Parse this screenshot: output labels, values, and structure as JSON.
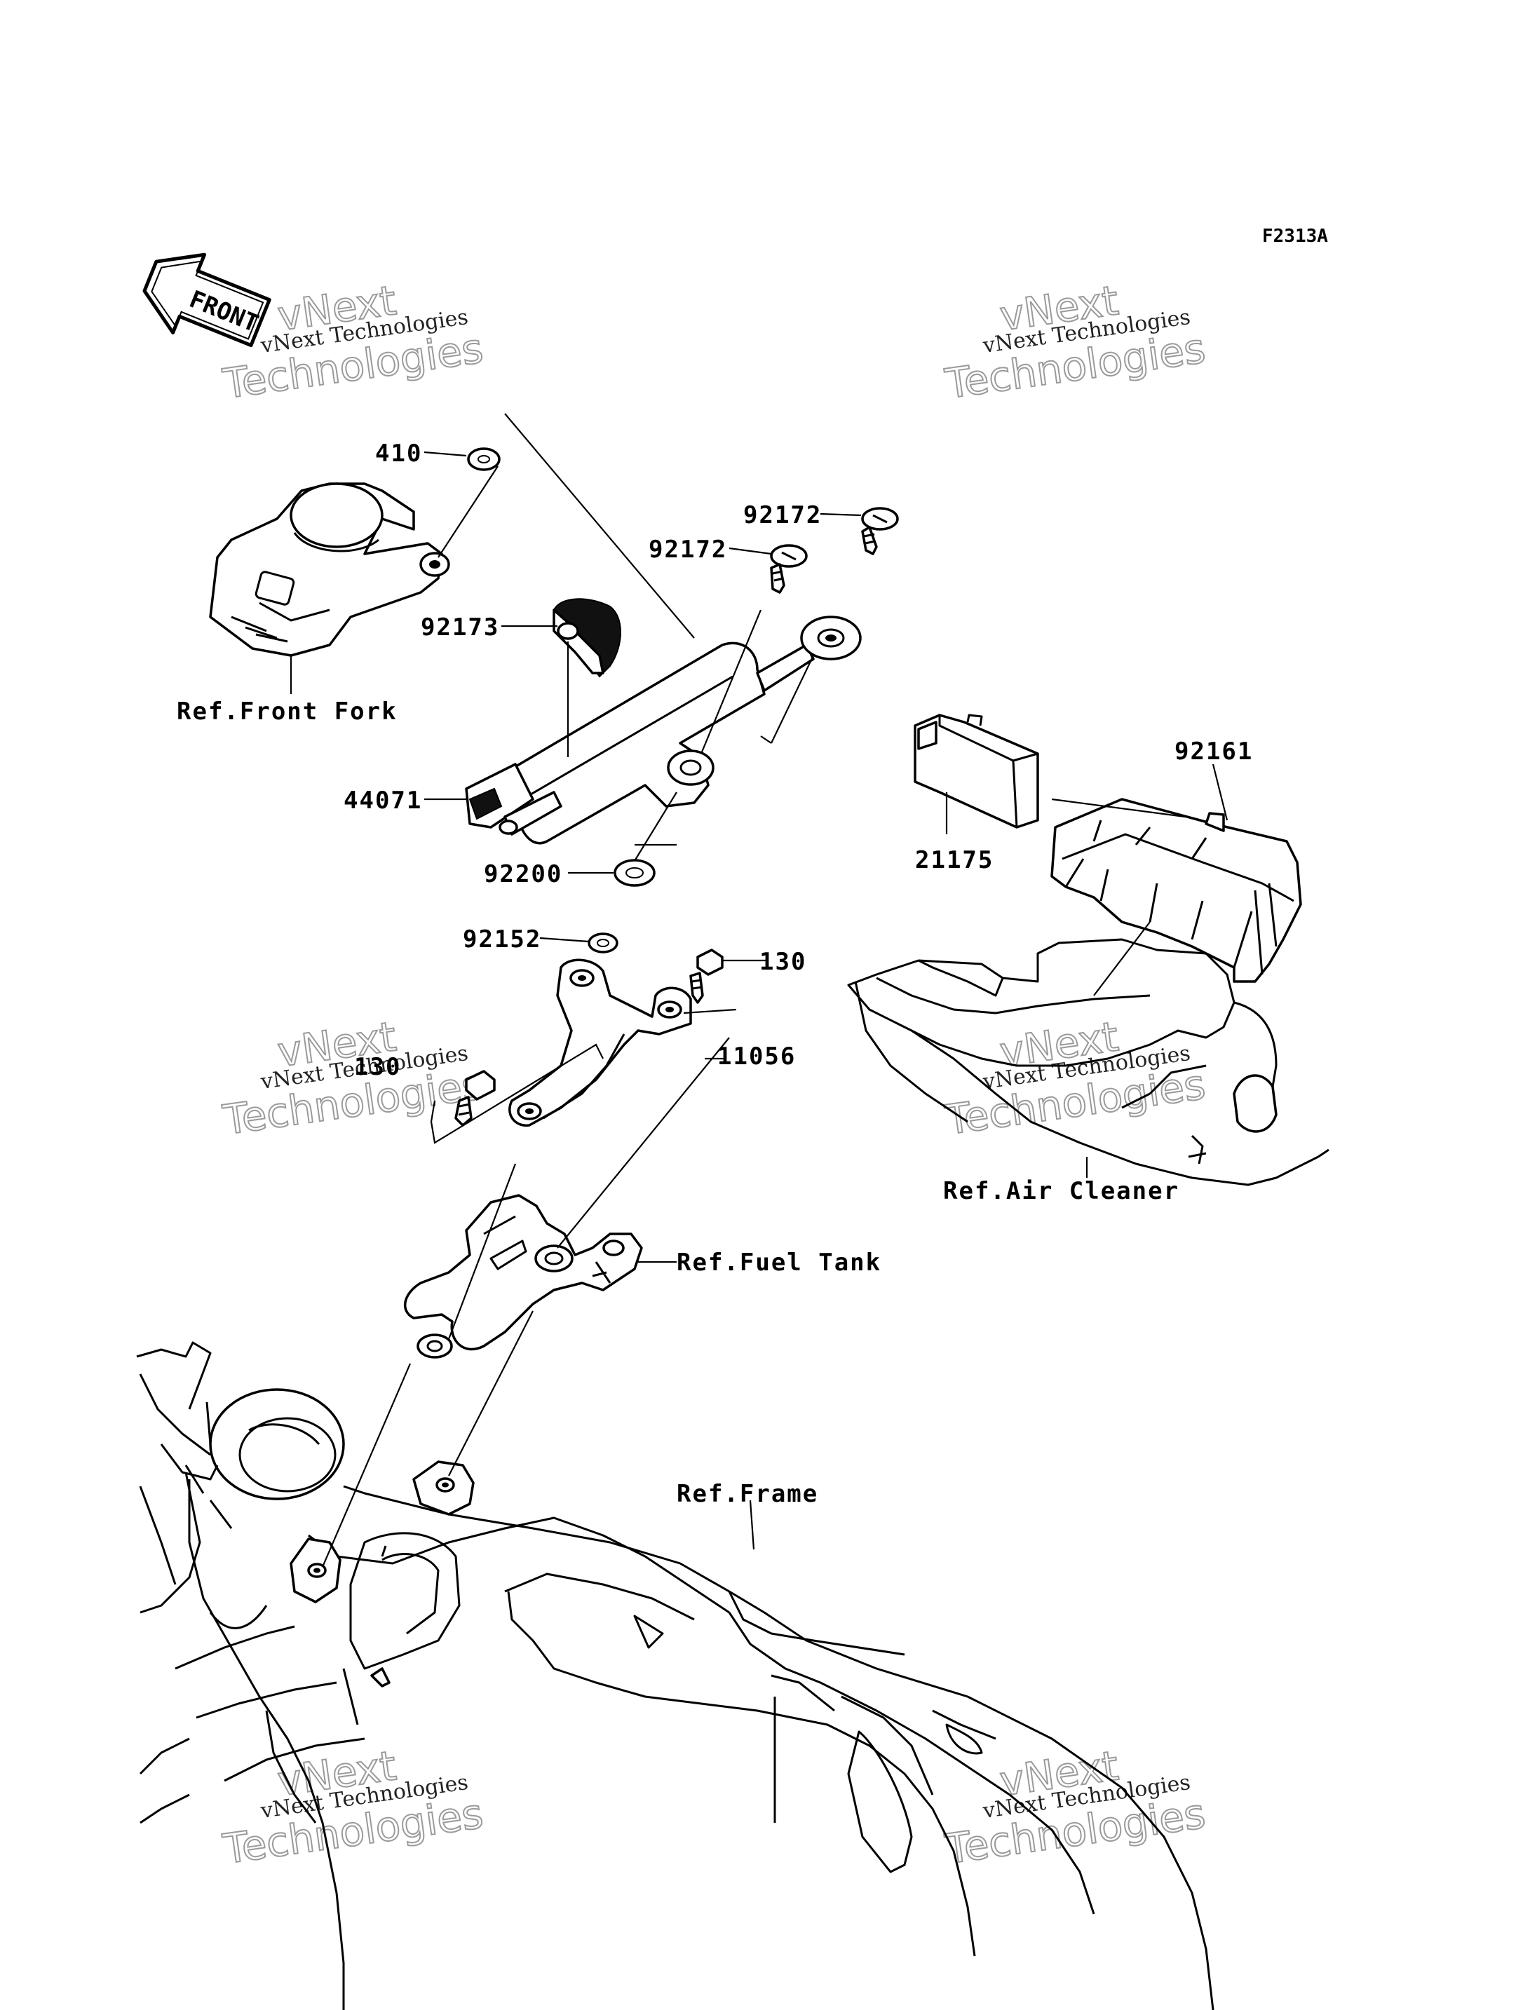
{
  "figure_code": "F2313A",
  "front_arrow": {
    "text": "FRONT",
    "icon": "front-direction-arrow-icon"
  },
  "watermark": {
    "line1": "vNext Technologies",
    "line2": "Technologies",
    "ghost": "vNext"
  },
  "parts": [
    {
      "id": "p410",
      "number": "410"
    },
    {
      "id": "p92172a",
      "number": "92172"
    },
    {
      "id": "p92172b",
      "number": "92172"
    },
    {
      "id": "p92173",
      "number": "92173"
    },
    {
      "id": "p44071",
      "number": "44071"
    },
    {
      "id": "p92200",
      "number": "92200"
    },
    {
      "id": "p92161",
      "number": "92161"
    },
    {
      "id": "p21175",
      "number": "21175"
    },
    {
      "id": "p92152",
      "number": "92152"
    },
    {
      "id": "p130a",
      "number": "130"
    },
    {
      "id": "p11056",
      "number": "11056"
    },
    {
      "id": "p130b",
      "number": "130"
    }
  ],
  "references": [
    {
      "id": "front_fork",
      "text": "Ref.Front Fork"
    },
    {
      "id": "air_cleaner",
      "text": "Ref.Air Cleaner"
    },
    {
      "id": "fuel_tank",
      "text": "Ref.Fuel Tank"
    },
    {
      "id": "frame",
      "text": "Ref.Frame"
    }
  ]
}
